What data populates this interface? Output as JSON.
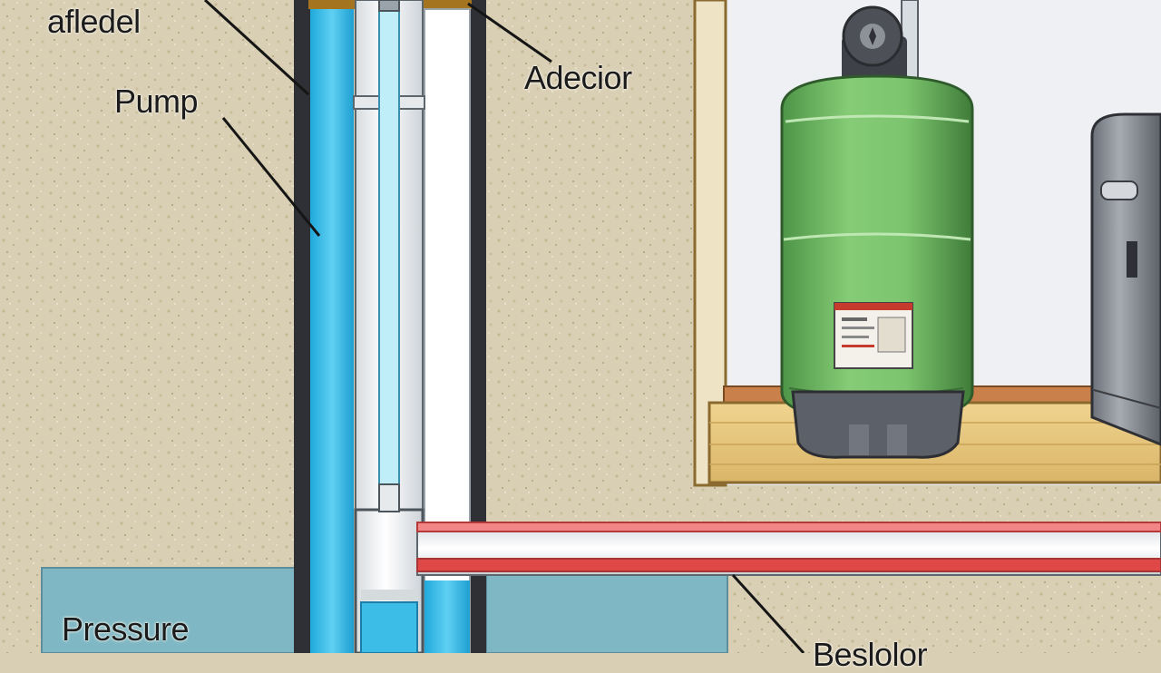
{
  "labels": {
    "top_left": "afledel",
    "pump": "Pump",
    "top_middle": "Adecior",
    "pressure": "Pressure",
    "bottom_right": "Beslolor"
  },
  "colors": {
    "soil": "#d9cfb4",
    "water": "#3bbde8",
    "tank": "#7cc46e",
    "tank_base": "#5c6068",
    "floor_wood": "#e8c880",
    "wall": "#e8eaed",
    "pipe_red": "#e04848",
    "pipe_white": "#f5f7f8",
    "groundwater": "#7fb8c4"
  }
}
